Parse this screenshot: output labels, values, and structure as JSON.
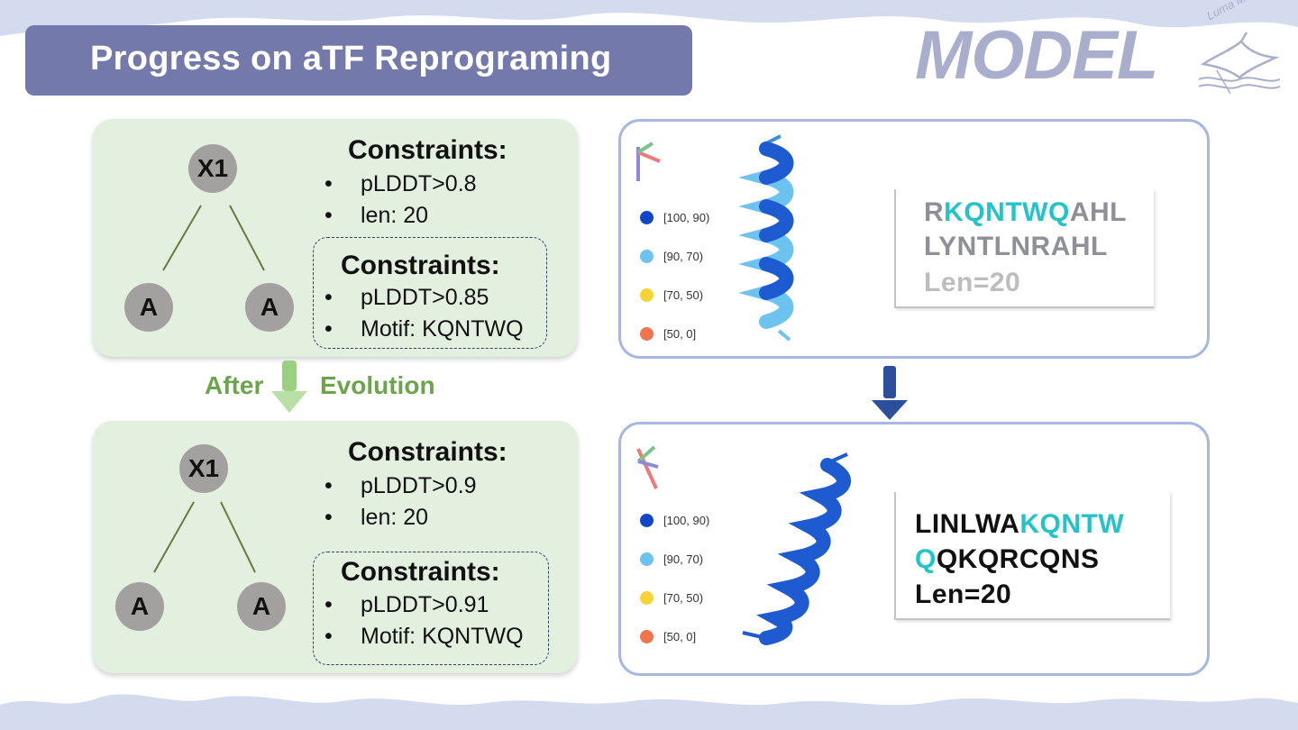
{
  "slide": {
    "title": "Progress on aTF Reprograming",
    "brand": "MODEL",
    "logo_text": "Luma Manta"
  },
  "colors": {
    "title_bar": "#7379aa",
    "green_panel": "#e3f0df",
    "accent_teal": "#22c3c9",
    "seq_gray": "#8f8f98",
    "arrow_green": "#9bd081",
    "arrow_blue": "#2c4f9c"
  },
  "top_left": {
    "tree": {
      "root": "X1",
      "left": "A",
      "right": "A"
    },
    "constraints_title": "Constraints:",
    "constraints": [
      "pLDDT>0.8",
      "len: 20"
    ],
    "inner_title": "Constraints:",
    "inner_constraints": [
      "pLDDT>0.85",
      "Motif: KQNTWQ"
    ]
  },
  "evolution": {
    "left": "After",
    "right": "Evolution"
  },
  "bottom_left": {
    "tree": {
      "root": "X1",
      "left": "A",
      "right": "A"
    },
    "constraints_title": "Constraints:",
    "constraints": [
      "pLDDT>0.9",
      "len: 20"
    ],
    "inner_title": "Constraints:",
    "inner_constraints": [
      "pLDDT>0.91",
      "Motif: KQNTWQ"
    ]
  },
  "legend": {
    "items": [
      {
        "label": "[100, 90)",
        "color": "#1146c7"
      },
      {
        "label": "[90, 70)",
        "color": "#6cc3ef"
      },
      {
        "label": "[70, 50)",
        "color": "#f7d335"
      },
      {
        "label": "[50, 0]",
        "color": "#f0744d"
      }
    ]
  },
  "top_right": {
    "seq1": {
      "a": "R",
      "b": "KQNTWQ",
      "c": "AHL"
    },
    "seq2": "LYNTLNRAHL",
    "len": "Len=20"
  },
  "bottom_right": {
    "seq1": {
      "a": "LINLWA",
      "b": "KQNTW"
    },
    "seq2": {
      "a": "Q",
      "b": "QKQRCQNS"
    },
    "len": "Len=20"
  }
}
